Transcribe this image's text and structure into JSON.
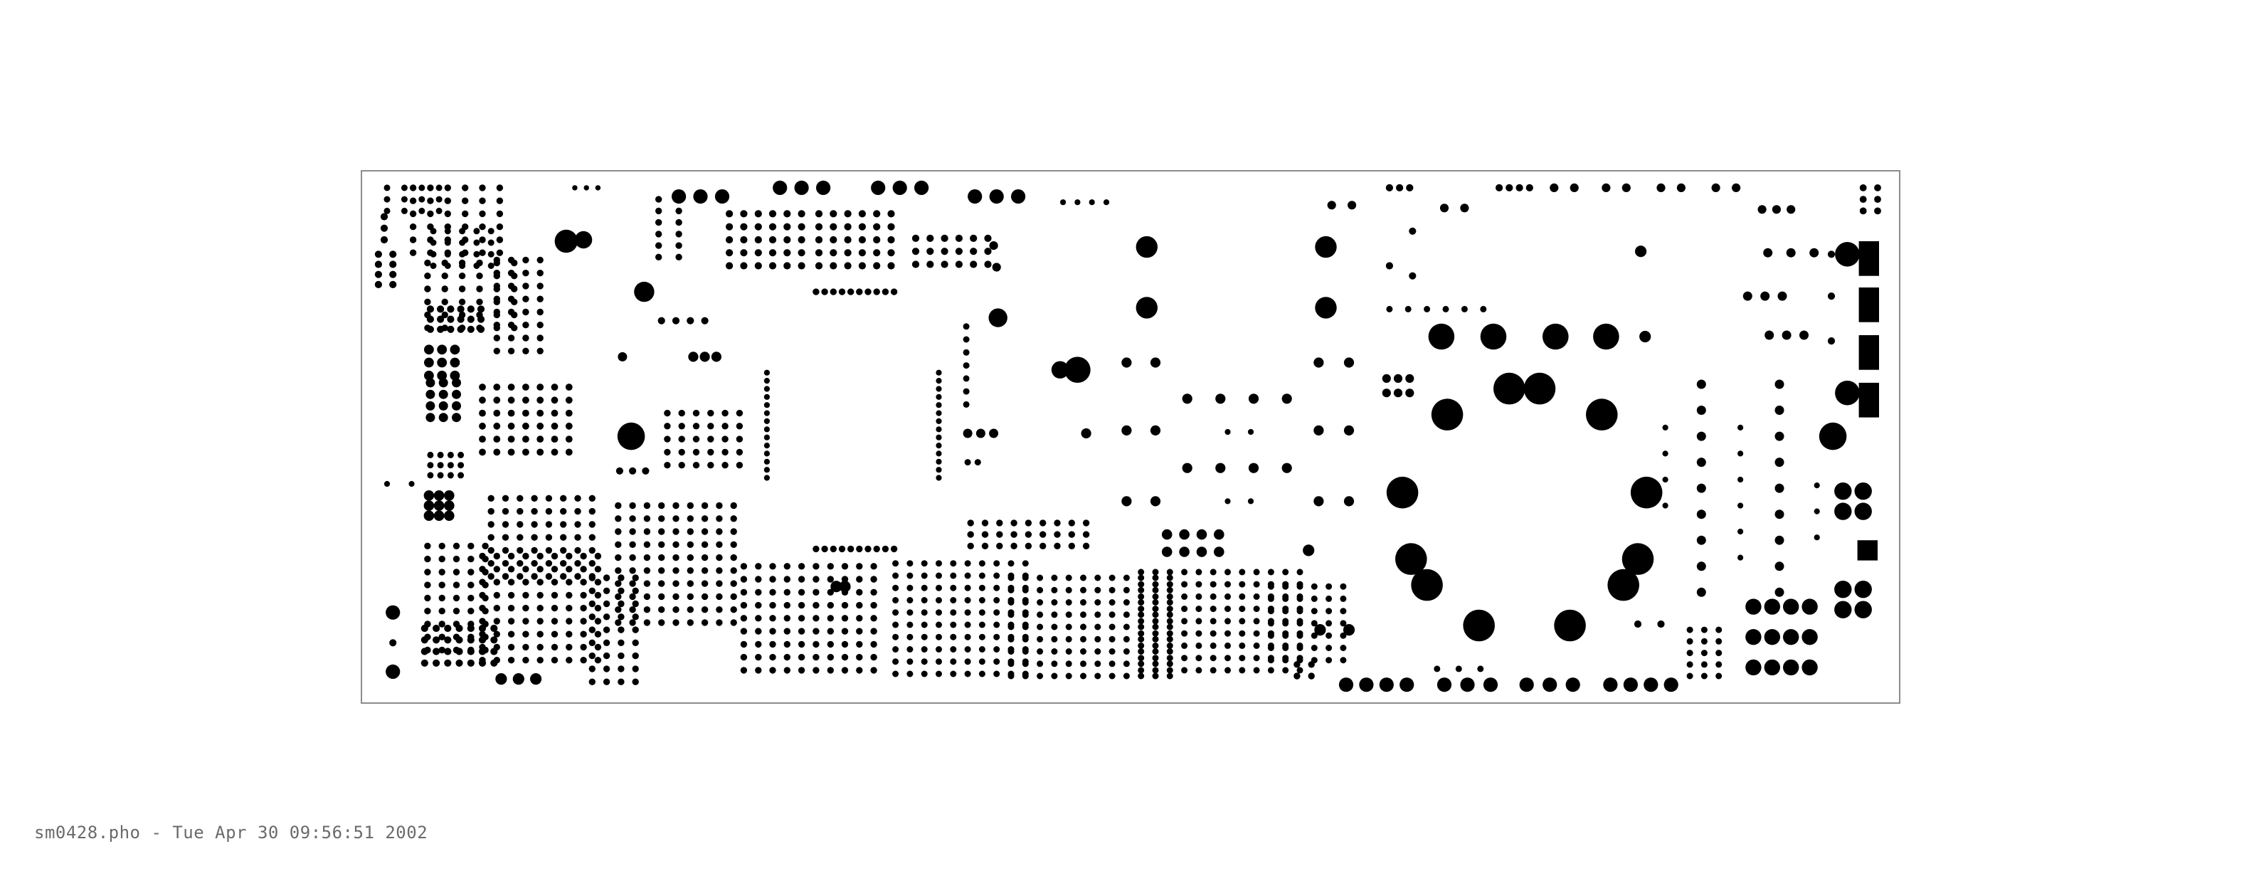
{
  "footer": {
    "filename": "sm0428.pho",
    "separator": "-",
    "timestamp": "Tue Apr 30 09:56:51 2002"
  },
  "colors": {
    "background": "#ffffff",
    "board_outline": "#8c8c8c",
    "pad_fill": "#000000",
    "footer_text": "#6a6a6a"
  },
  "board": {
    "title": "",
    "layer": "solder-mask-pads"
  }
}
